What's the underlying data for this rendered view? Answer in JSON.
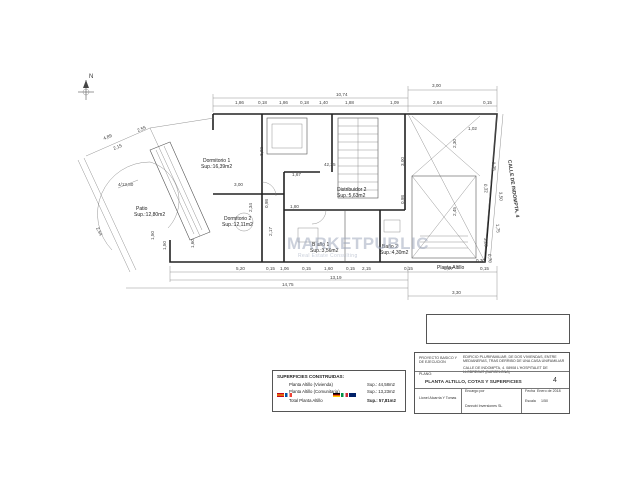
{
  "north_label": "N",
  "street_label": "CALLE DE INDOMPTA, 4",
  "rooms": {
    "dormitorio1_name": "Dormitorio 1",
    "dormitorio1_area": "Sup.:16,39m2",
    "dormitorio2_name": "Dormitorio 2",
    "dormitorio2_area": "Sup.:12,11m2",
    "patio_name": "Patio",
    "patio_area": "Sup.:12,80m2",
    "distribuidor_name": "Distribuidor 2",
    "distribuidor_area": "Sup.:5,63m2",
    "bano1_name": "B año 1",
    "bano1_area": "Sup.:3,56m2",
    "bano2_name": "Baño 2",
    "bano2_area": "Sup.:4,30m2",
    "planta_label": "Planta Altillo"
  },
  "dimensions": {
    "top_total": "10,74",
    "top_right": "3,00",
    "top_1": "1,86",
    "top_2": "0,18",
    "top_3": "1,86",
    "top_4": "0,18",
    "top_5": "1,40",
    "top_6": "1,88",
    "top_7": "1,09",
    "top_8": "2,64",
    "top_9": "0,15",
    "bottom_1": "5,20",
    "bottom_2": "0,15",
    "bottom_3": "1,06",
    "bottom_4": "0,15",
    "bottom_5": "1,60",
    "bottom_6": "0,15",
    "bottom_7": "2,15",
    "bottom_8": "0,15",
    "bottom_9": "3,07",
    "bottom_10": "0,15",
    "bottom_total_inner": "13,19",
    "bottom_total": "14,75",
    "bottom_right": "3,30",
    "left_diag_1": "4,89",
    "left_diag_2": "2,55",
    "left_diag_3": "2,15",
    "left_diag_4": "2,54",
    "left_diag_5": "1,50",
    "circle_dim": "4/13,80",
    "mid_1": "3,02",
    "mid_2": "3,00",
    "mid_3": "2,34",
    "mid_4": "2,17",
    "mid_5": "1,60",
    "mid_6": "1,50",
    "mid_7": "1,80",
    "mid_8": "0,98",
    "mid_9": "42,25",
    "mid_10": "1,67",
    "mid_11": "3,00",
    "mid_12": "0,98",
    "right_1": "1,02",
    "right_2": "2,30",
    "right_3": "2,25",
    "right_4": "0,32",
    "right_5": "3,50",
    "right_6": "2,45",
    "right_7": "1,75",
    "right_8": "3,28",
    "right_9": "0,70",
    "right_10": "0,30"
  },
  "surfaces": {
    "title": "SUPERFICIES CONSTRUIDAS:",
    "row1_label": "Planta Altillo (Vivienda)",
    "row1_value": "Sup.: 44,58m2",
    "row2_label": "Planta Altillo (Comunitaria)",
    "row2_value": "Sup.: 13,23m2",
    "total_label": "Total Planta Altillo",
    "total_value": "Sup.: 57,81m2"
  },
  "watermark": {
    "main": "MARKETPUBLIC",
    "sub": "Real Estate Consulting"
  },
  "title_block": {
    "project_label": "PROYECTO BASICO Y DE EJECUCION",
    "project_desc": "EDIFICIO PLURIFAMILIAR, DE DOS VIVIENDAS, ENTRE MEDIANERAS, TRAS DERRIBO DE UNA CASA UNIFAMILIAR",
    "address": "CALLE DE INDOMPTA, 4. 08908 L'HOSPITALET DE LLOBREGAT (BARCELONA)",
    "plano_label": "PLANO:",
    "plano_title": "PLANTA ALTILLO, COTAS Y SUPERFICIES",
    "sheet_number": "4",
    "date_label": "Fecha",
    "date_value": "Enero de 2018",
    "scale_label": "Escala",
    "scale_value": "1/50",
    "author_label": "Encargo por",
    "promoter": "Danrubi Inversiones SL",
    "architect": "Lionel Alcarria Y Tomas"
  },
  "colors": {
    "line": "#555555",
    "wall": "#222222",
    "watermark": "#a0aabe"
  }
}
